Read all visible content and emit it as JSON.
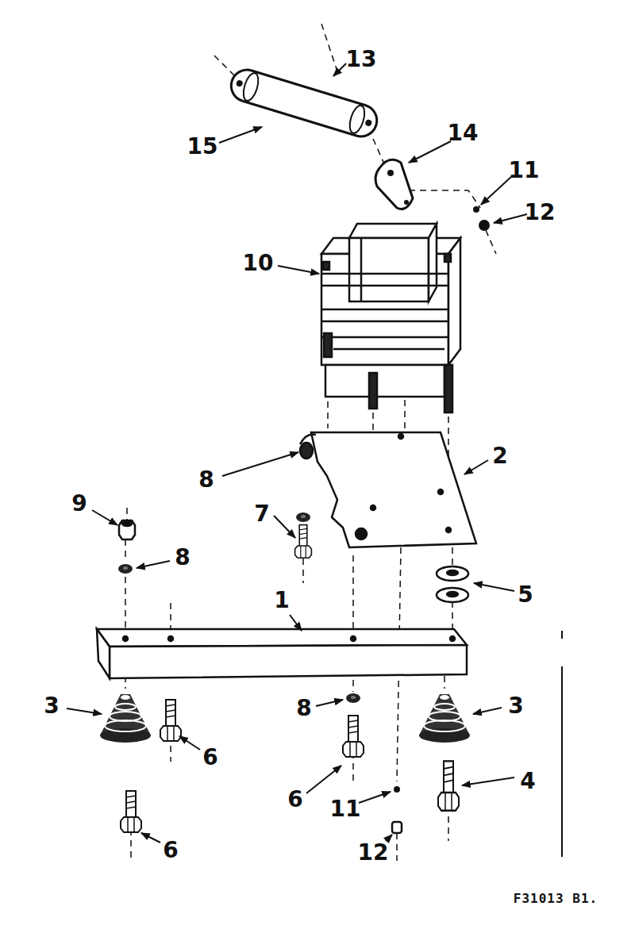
{
  "diagram": {
    "labels": [
      "13",
      "15",
      "14",
      "11",
      "12",
      "10",
      "2",
      "8",
      "7",
      "9",
      "8",
      "5",
      "1",
      "3",
      "6",
      "3",
      "8",
      "6",
      "4",
      "6",
      "11",
      "12",
      "F31013 B1."
    ]
  }
}
